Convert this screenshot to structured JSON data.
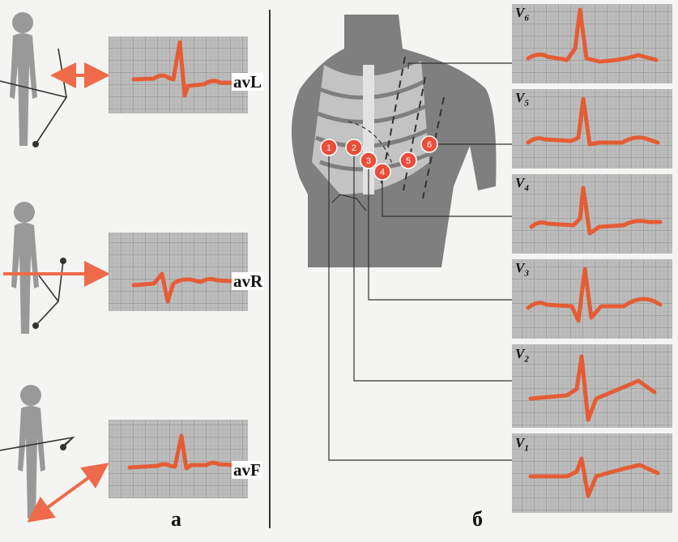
{
  "limb_leads": [
    {
      "label": "avL"
    },
    {
      "label": "avR"
    },
    {
      "label": "avF"
    }
  ],
  "chest_leads": [
    {
      "label": "V",
      "sub": "6"
    },
    {
      "label": "V",
      "sub": "5"
    },
    {
      "label": "V",
      "sub": "4"
    },
    {
      "label": "V",
      "sub": "3"
    },
    {
      "label": "V",
      "sub": "2"
    },
    {
      "label": "V",
      "sub": "1"
    }
  ],
  "electrodes": [
    "1",
    "2",
    "3",
    "4",
    "5",
    "6"
  ],
  "panels": {
    "left": "а",
    "right": "б"
  },
  "colors": {
    "trace": "#e8552a",
    "grid": "#9a9a9a",
    "figure": "#8c8c8c",
    "electrode": "#e94e3a",
    "arrow": "#ee6a4a"
  }
}
